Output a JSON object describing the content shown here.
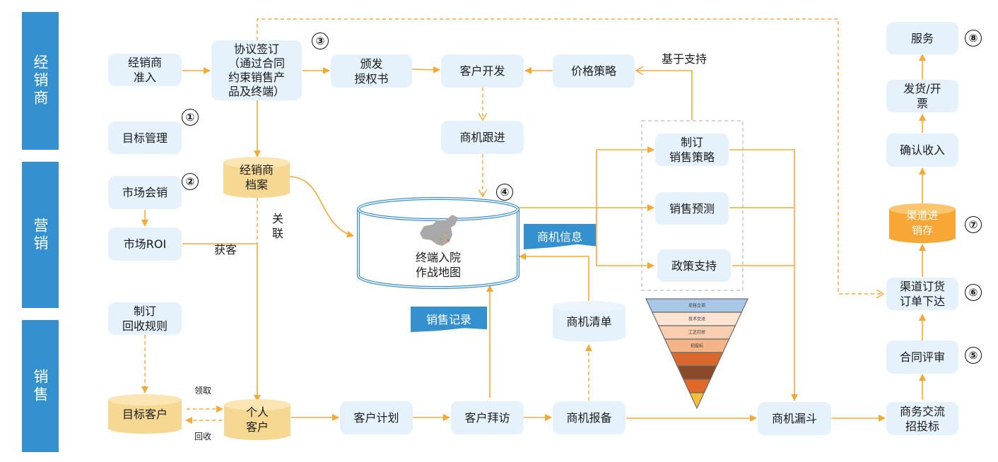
{
  "lanes": [
    {
      "id": "dealer",
      "label": "经销商"
    },
    {
      "id": "marketing",
      "label": "营销"
    },
    {
      "id": "sales",
      "label": "销售"
    }
  ],
  "nodes": {
    "dealer_admission": "经销商\n准入",
    "agreement": "协议签订\n（通过合同\n约束销售产\n品及终端）",
    "issue_authorization": "颁发\n授权书",
    "customer_development": "客户开发",
    "price_strategy": "价格策略",
    "target_management": "目标管理",
    "opportunity_followup": "商机跟进",
    "dealer_archive": "经销商\n档案",
    "market_event": "市场会销",
    "market_roi": "市场ROI",
    "recycle_rules": "制订\n回收规则",
    "target_customers": "目标客户",
    "personal_customers": "个人\n客户",
    "customer_plan": "客户计划",
    "customer_visit": "客户拜访",
    "opportunity_report": "商机报备",
    "opportunity_list": "商机清单",
    "opportunity_funnel": "商机漏斗",
    "terminal_map": "终端入院\n作战地图",
    "sales_strategy": "制订\n销售策略",
    "sales_forecast": "销售预测",
    "policy_support": "政策支持",
    "business_bidding": "商务交流\n招投标",
    "contract_review": "合同评审",
    "channel_order": "渠道订货\n订单下达",
    "channel_inventory": "渠道进\n销存",
    "confirm_revenue": "确认收入",
    "ship_invoice": "发货/开\n票",
    "service": "服务"
  },
  "tags": {
    "opportunity_info": "商机信息",
    "sales_record": "销售记录"
  },
  "edge_labels": {
    "based_support": "基于支持",
    "association": "关\n联",
    "acquire_customers": "获客",
    "claim": "领取",
    "recycle": "回收"
  },
  "step_numbers": [
    "①",
    "②",
    "③",
    "④",
    "⑤",
    "⑥",
    "⑦",
    "⑧"
  ],
  "funnel": {
    "stages": [
      "项目立项",
      "技术交流",
      "工艺打样",
      "招投标",
      "",
      "",
      "",
      ""
    ],
    "colors": [
      "#a9c8e8",
      "#fde3d2",
      "#f8cdb0",
      "#f4b488",
      "#d8692a",
      "#8a4a2a",
      "#e2682a",
      "#f2bf3a"
    ]
  },
  "colors": {
    "lane": "#3590cf",
    "box": "#e5f1fb",
    "arrow": "#f5a936",
    "dashed_group": "#bbbbbb",
    "map_border": "#3a8fd0"
  }
}
